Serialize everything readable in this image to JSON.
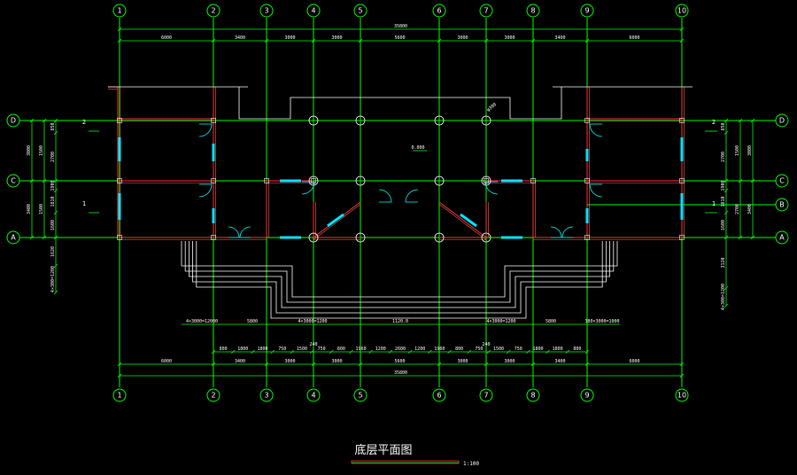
{
  "drawing": {
    "title": "底层平面图",
    "scale": "1:100",
    "axes_x": [
      "1",
      "2",
      "3",
      "4",
      "5",
      "6",
      "7",
      "8",
      "9",
      "10"
    ],
    "axes_y_left": [
      "D",
      "C",
      "A"
    ],
    "axes_y_right": [
      "D",
      "C",
      "B",
      "A"
    ],
    "total_top": "35800",
    "total_bottom": "35800",
    "spans_top": [
      "6000",
      "3400",
      "3000",
      "3000",
      "5600",
      "3000",
      "3000",
      "3400",
      "6000"
    ],
    "spans_bottom": [
      "6000",
      "3400",
      "3000",
      "3000",
      "5600",
      "3000",
      "3000",
      "3400",
      "6000"
    ],
    "detail_bottom": [
      "800",
      "1800",
      "1800",
      "750",
      "1500",
      "750",
      "800",
      "1960",
      "1200",
      "2600",
      "1200",
      "1960",
      "800",
      "750",
      "1500",
      "750",
      "1800",
      "1800",
      "800"
    ],
    "detail_mid": [
      "4×3000=12000",
      "5800",
      "4×3000=1200",
      "1120.0",
      "4×3000=1200",
      "5800",
      "380×3000=1000"
    ],
    "left_dims": [
      "3000",
      "1500",
      "3400",
      "850",
      "2700",
      "1900",
      "1810",
      "1600",
      "1620",
      "4×300=1200"
    ],
    "right_dims": [
      "3000",
      "1500",
      "3400",
      "850",
      "2700",
      "1900",
      "1810",
      "1600",
      "2700",
      "3120",
      "4×300=1200"
    ],
    "annotations": {
      "column_dia": "φ300",
      "elevation": "0.000",
      "label_2": "2",
      "label_1": "1",
      "steps_dim": "240"
    }
  }
}
